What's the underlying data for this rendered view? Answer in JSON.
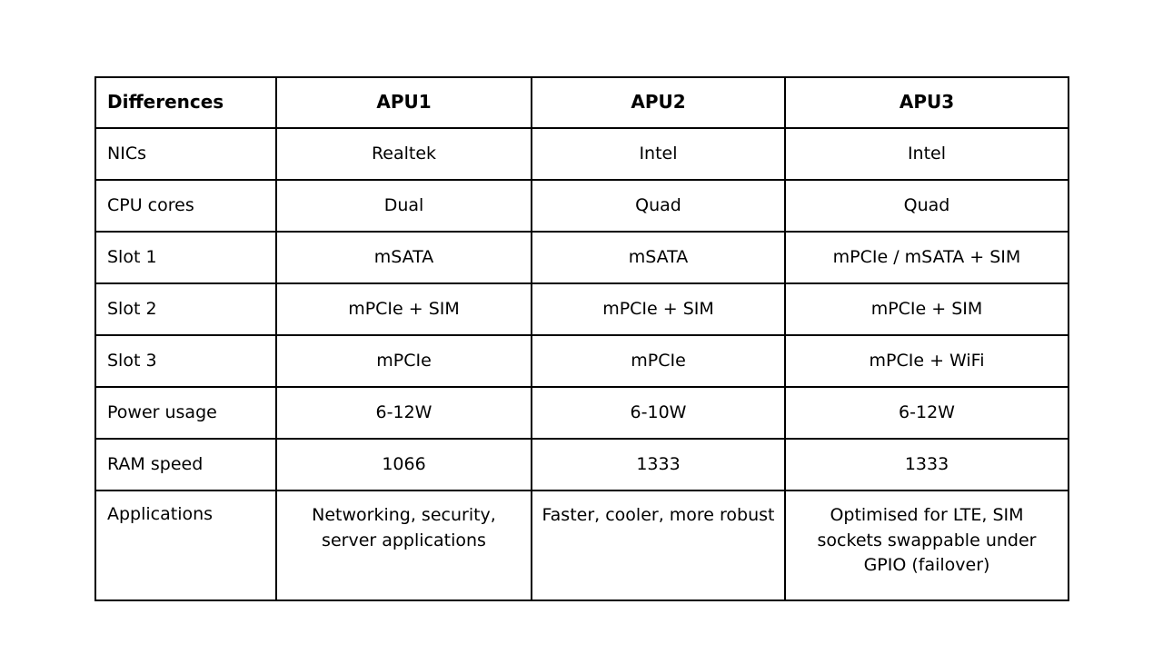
{
  "table": {
    "name": "apu-comparison-table",
    "columns": [
      "Differences",
      "APU1",
      "APU2",
      "APU3"
    ],
    "rows": [
      {
        "label": "NICs",
        "values": [
          "Realtek",
          "Intel",
          "Intel"
        ]
      },
      {
        "label": "CPU cores",
        "values": [
          "Dual",
          "Quad",
          "Quad"
        ]
      },
      {
        "label": "Slot 1",
        "values": [
          "mSATA",
          "mSATA",
          "mPCIe / mSATA + SIM"
        ]
      },
      {
        "label": "Slot 2",
        "values": [
          "mPCIe + SIM",
          "mPCIe + SIM",
          "mPCIe + SIM"
        ]
      },
      {
        "label": "Slot 3",
        "values": [
          "mPCIe",
          "mPCIe",
          "mPCIe + WiFi"
        ]
      },
      {
        "label": "Power usage",
        "values": [
          "6-12W",
          "6-10W",
          "6-12W"
        ]
      },
      {
        "label": "RAM speed",
        "values": [
          "1066",
          "1333",
          "1333"
        ]
      },
      {
        "label": "Applications",
        "values": [
          "Networking, security, server applications",
          "Faster, cooler, more robust",
          "Optimised for LTE, SIM sockets swappable under GPIO (failover)"
        ]
      }
    ]
  },
  "colors": {
    "background": "#ffffff",
    "text": "#000000",
    "border": "#000000"
  }
}
